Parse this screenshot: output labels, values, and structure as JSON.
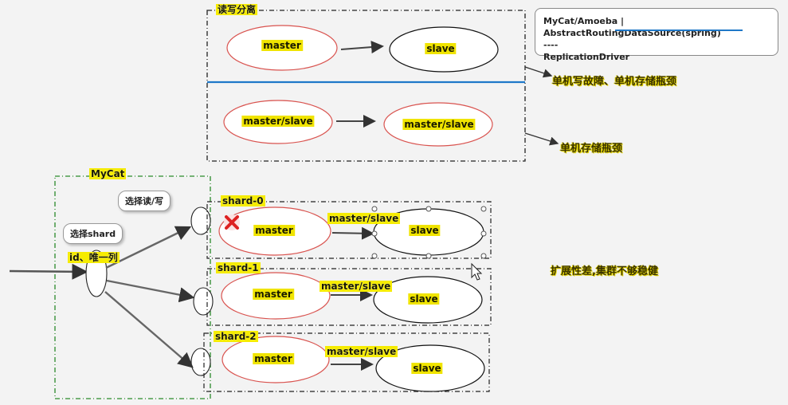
{
  "groups": {
    "rw_split": "读写分离",
    "mycat": "MyCat",
    "shard0": "shard-0",
    "shard1": "shard-1",
    "shard2": "shard-2"
  },
  "nodes": {
    "rw_master": "master",
    "rw_slave": "slave",
    "ms_left": "master/slave",
    "ms_right": "master/slave",
    "s0_master": "master",
    "s0_slave": "slave",
    "s1_master": "master",
    "s1_slave": "slave",
    "s2_master": "master",
    "s2_slave": "slave"
  },
  "edge_labels": {
    "s0": "master/slave",
    "s1": "master/slave",
    "s2": "master/slave"
  },
  "bubbles": {
    "choose_rw": "选择读/写",
    "choose_shard": "选择shard"
  },
  "mycat_key": "id、唯一列",
  "notes": {
    "single_write": "单机写故障、单机存储瓶颈",
    "single_storage": "单机存储瓶颈",
    "scalability": "扩展性差,集群不够稳健"
  },
  "infobox": {
    "line1": "MyCat/Amoeba | AbstractRoutingDataSource(spring)",
    "line2": "----",
    "line3": "ReplicationDriver"
  },
  "colors": {
    "red_ellipse": "#d9534f",
    "black_ellipse": "#111111",
    "blue_divider": "#1f78c8",
    "mycat_border": "#2a8a2a",
    "label_yellow": "#f0e400"
  }
}
